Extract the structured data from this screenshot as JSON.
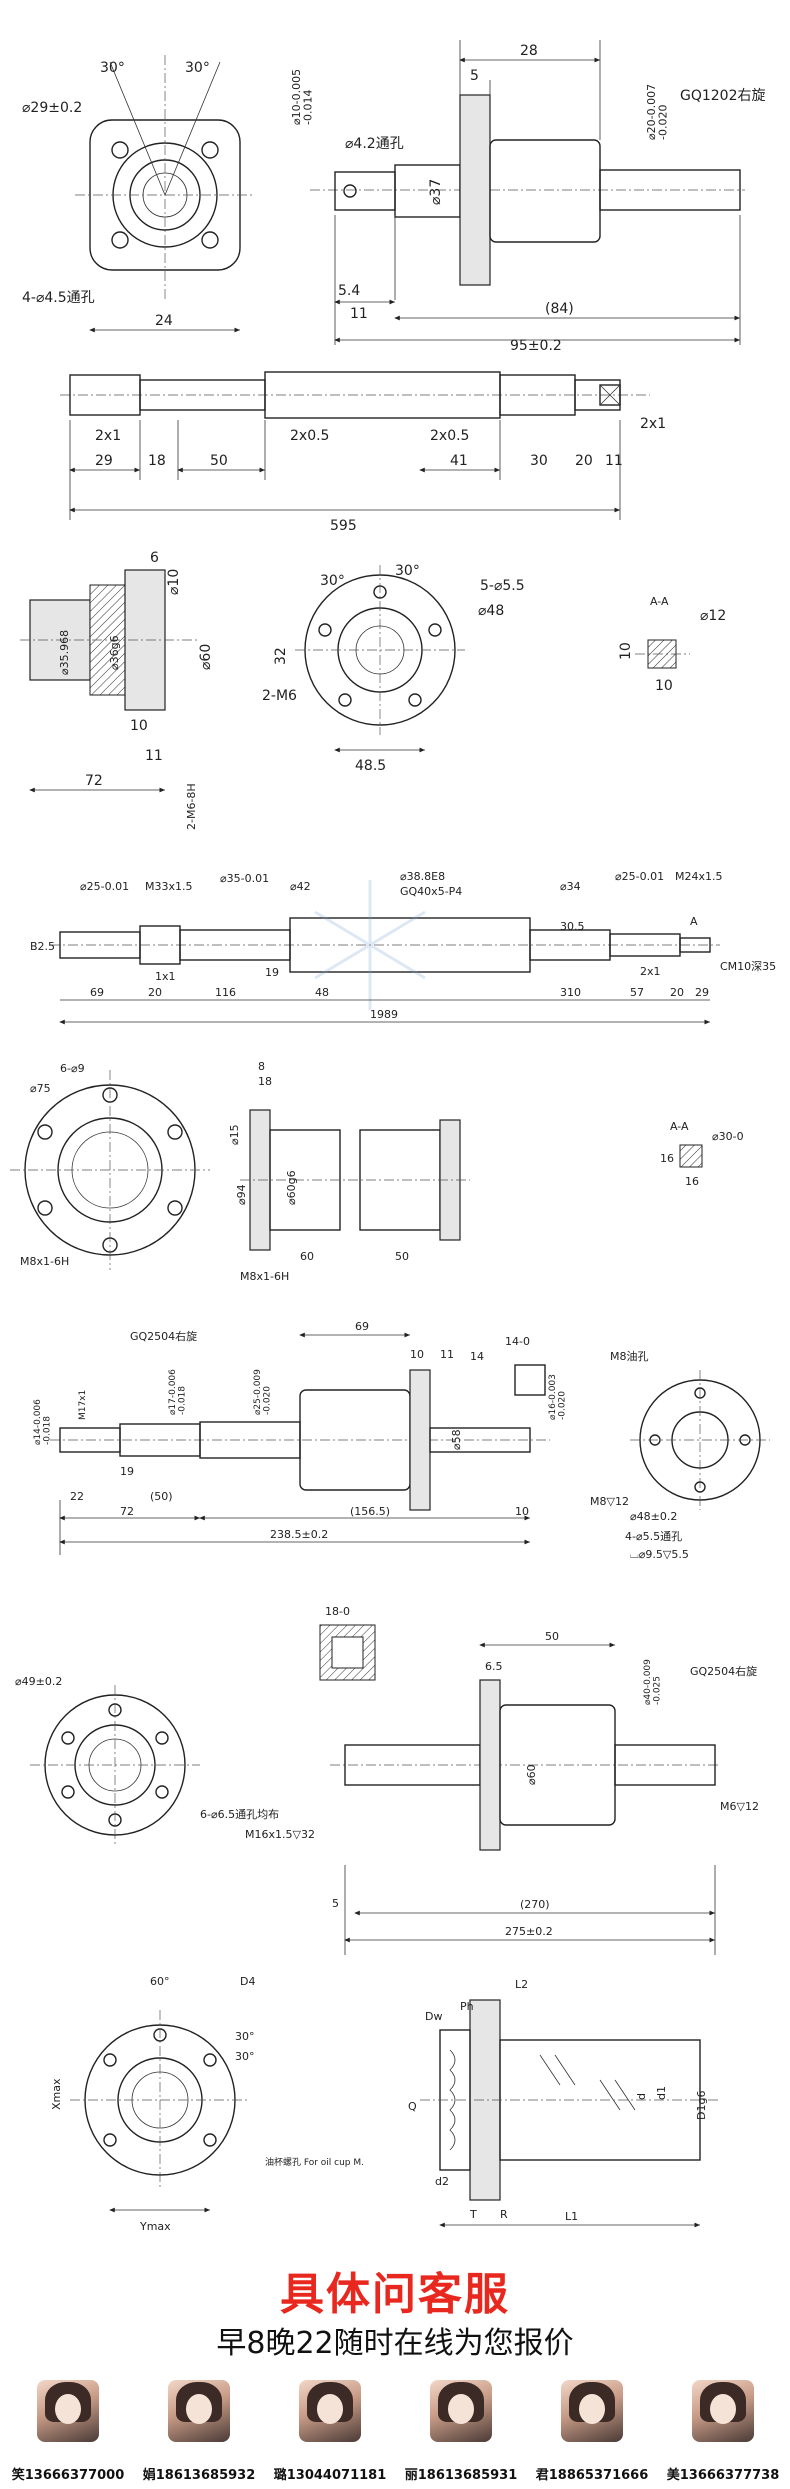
{
  "drawing1": {
    "labels": {
      "a30l": "30°",
      "a30r": "30°",
      "d29": "⌀29±0.2",
      "holes": "4-⌀4.5通孔",
      "w24": "24",
      "d42": "⌀4.2通孔",
      "d10": "⌀10-0.005\n-0.014",
      "w5": "5",
      "w28": "28",
      "d20": "⌀20-0.007\n-0.020",
      "gq": "GQ1202右旋",
      "d37": "⌀37",
      "l54": "5.4",
      "l11": "11",
      "l84": "(84)",
      "l95": "95±0.2"
    }
  },
  "drawing2": {
    "labels": {
      "c2x1a": "2x1",
      "c2x05a": "2x0.5",
      "c2x05b": "2x0.5",
      "c2x1b": "2x1",
      "s29": "29",
      "s18": "18",
      "s50": "50",
      "s41": "41",
      "s30": "30",
      "s20": "20",
      "s11": "11",
      "total": "595"
    }
  },
  "drawing3": {
    "labels": {
      "d10": "⌀10",
      "n6": "6",
      "d35": "⌀35.968",
      "d36": "⌀36g6",
      "d60": "⌀60",
      "n10": "10",
      "n11": "11",
      "n72": "72",
      "m6": "2-M6-8H",
      "a30l": "30°",
      "a30r": "30°",
      "h55": "5-⌀5.5",
      "d48": "⌀48",
      "n32": "32",
      "m6b": "2-M6",
      "n485": "48.5",
      "aa": "A-A",
      "d12": "⌀12",
      "n10b": "10",
      "n10c": "10"
    }
  },
  "drawing4": {
    "labels": {
      "d25": "⌀25-0.01",
      "m33": "M33x1.5",
      "d35": "⌀35-0.01",
      "d42": "⌀42",
      "d388": "⌀38.8E8",
      "gq": "GQ40x5-P4",
      "d34": "⌀34",
      "d25b": "⌀25-0.01",
      "m24": "M24x1.5",
      "r05": "30.5",
      "b25": "B2.5",
      "c1x1": "1x1",
      "c2x1": "2x1",
      "cm": "CM10深35",
      "a": "A",
      "s69": "69",
      "s20": "20",
      "s116": "116",
      "s19": "19",
      "s48": "48",
      "s310": "310",
      "s57": "57",
      "s20b": "20",
      "s29": "29",
      "total": "1989"
    }
  },
  "drawing5": {
    "labels": {
      "h9": "6-⌀9",
      "d75": "⌀75",
      "m8": "M8x1-6H",
      "n8": "8",
      "n18": "18",
      "d15": "⌀15",
      "d94": "⌀94",
      "d60": "⌀60g6",
      "n60": "60",
      "m8b": "M8x1-6H",
      "n50": "50",
      "aa": "A-A",
      "d8": "⌀30-0",
      "n16": "16",
      "n16b": "16"
    }
  },
  "drawing6": {
    "labels": {
      "gq": "GQ2504右旋",
      "n69": "69",
      "n10": "10",
      "n11": "11",
      "d14": "⌀14-0.006\n-0.018",
      "m17": "M17x1",
      "d17": "⌀17-0.006\n-0.018",
      "d25": "⌀25-0.009\n-0.020",
      "d58": "⌀58",
      "n14": "14",
      "n14b": "14-0",
      "d16": "⌀16-0.003\n-0.020",
      "n22": "22",
      "n19": "19",
      "n50": "(50)",
      "n72": "72",
      "n1565": "(156.5)",
      "n10b": "10",
      "total": "238.5±0.2",
      "m8": "M8油孔",
      "m8b": "M8▽12",
      "d48": "⌀48±0.2",
      "h55": "4-⌀5.5通孔",
      "cb": "⌴⌀9.5▽5.5"
    }
  },
  "drawing7": {
    "labels": {
      "n18": "18-0",
      "d49": "⌀49±0.2",
      "h65": "6-⌀6.5通孔均布",
      "m16": "M16x1.5▽32",
      "n50": "50",
      "n65": "6.5",
      "gq": "GQ2504右旋",
      "d40": "⌀40-0.009\n-0.025",
      "d60": "⌀60",
      "m6": "M6▽12",
      "n5": "5",
      "n270": "(270)",
      "total": "275±0.2"
    }
  },
  "drawing8": {
    "labels": {
      "a60": "60°",
      "a30": "30°",
      "a30b": "30°",
      "d4": "D4",
      "xmax": "Xmax",
      "ymax": "Ymax",
      "oil": "油杯螺孔 For oil cup M.",
      "l2": "L2",
      "dw": "Dw",
      "ph": "Ph",
      "q": "Q",
      "d": "d",
      "d1": "d1",
      "d1g6": "D1g6",
      "d2": "d2",
      "l1": "L1",
      "r": "R",
      "t": "T"
    }
  },
  "footer": {
    "title": "具体问客服",
    "subtitle": "早8晚22随时在线为您报价",
    "agents": [
      {
        "label": "笑13666377000"
      },
      {
        "label": "娟18613685932"
      },
      {
        "label": "璐13044071181"
      },
      {
        "label": "丽18613685931"
      },
      {
        "label": "君18865371666"
      },
      {
        "label": "美13666377738"
      }
    ]
  }
}
